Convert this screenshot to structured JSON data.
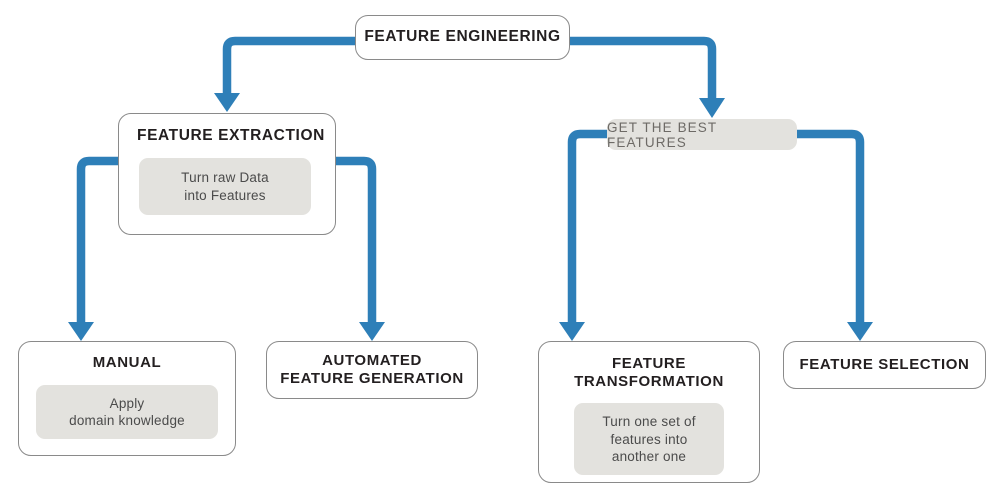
{
  "diagram": {
    "title": "Feature Engineering",
    "type": "flowchart",
    "colors": {
      "connector_blue": "#2e7fb8",
      "chip_grey": "#e3e2de",
      "chip_text_grey": "#6d6a66",
      "node_border": "#8a8a8a",
      "node_text": "#231f20",
      "background": "#ffffff"
    }
  },
  "nodes": {
    "feature_engineering": {
      "title": "FEATURE ENGINEERING"
    },
    "feature_extraction": {
      "title": "FEATURE EXTRACTION",
      "sub_label": "Turn raw Data\ninto Features"
    },
    "get_the_best_features": {
      "title": "GET THE BEST FEATURES"
    },
    "manual": {
      "title": "MANUAL",
      "sub_label": "Apply\ndomain knowledge"
    },
    "automated_feature_generation": {
      "title": "AUTOMATED\nFEATURE GENERATION"
    },
    "feature_transformation": {
      "title": "FEATURE\nTRANSFORMATION",
      "sub_label": "Turn one set of\nfeatures into\nanother one"
    },
    "feature_selection": {
      "title": "FEATURE SELECTION"
    }
  },
  "connectors": [
    {
      "name": "feature-engineering-to-feature-extraction",
      "from": "feature_engineering",
      "to": "feature_extraction"
    },
    {
      "name": "feature-engineering-to-get-the-best-features",
      "from": "feature_engineering",
      "to": "get_the_best_features"
    },
    {
      "name": "feature-extraction-to-manual",
      "from": "feature_extraction",
      "to": "manual"
    },
    {
      "name": "feature-extraction-to-automated-feature-generation",
      "from": "feature_extraction",
      "to": "automated_feature_generation"
    },
    {
      "name": "get-the-best-features-to-feature-transformation",
      "from": "get_the_best_features",
      "to": "feature_transformation"
    },
    {
      "name": "get-the-best-features-to-feature-selection",
      "from": "get_the_best_features",
      "to": "feature_selection"
    }
  ]
}
